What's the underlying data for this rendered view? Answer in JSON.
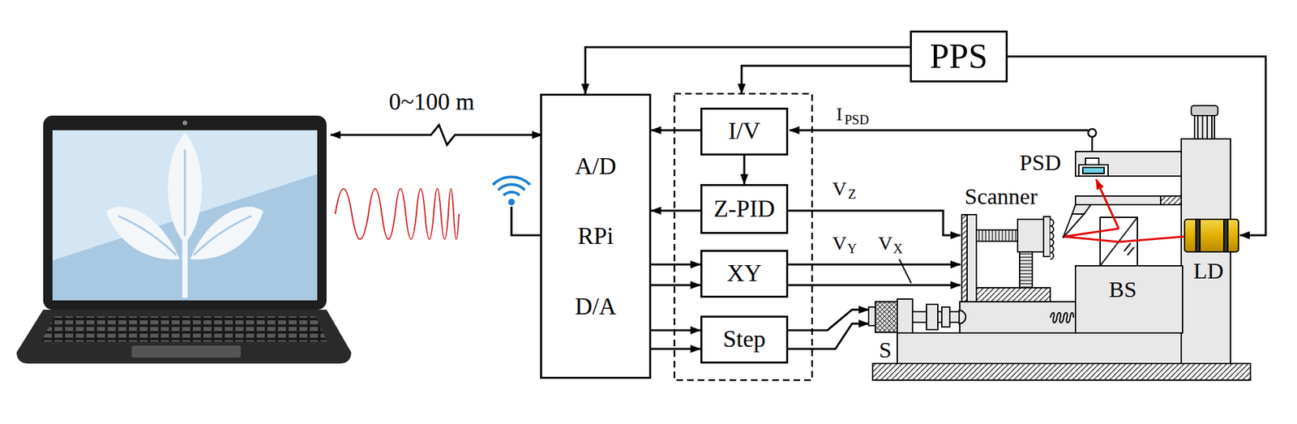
{
  "diagram": {
    "nodes": [
      {
        "text": [
          "PPS"
        ]
      },
      {
        "text": [
          "A/D",
          "RPi",
          "D/A"
        ]
      },
      {
        "text": [
          "I/V"
        ]
      },
      {
        "text": [
          "Z-PID"
        ]
      },
      {
        "text": [
          "XY"
        ]
      },
      {
        "text": [
          "Step"
        ]
      }
    ],
    "edges": [
      {
        "from": 0,
        "to": 1,
        "arrow": "to"
      },
      {
        "from": 2,
        "to": 1,
        "arrow": "to"
      },
      {
        "from": 2,
        "to": 3,
        "arrow": "to"
      },
      {
        "from": 3,
        "to": 1,
        "arrow": "to"
      },
      {
        "from": 1,
        "to": 4,
        "arrow": "to"
      },
      {
        "from": 1,
        "to": 4,
        "arrow": "to"
      },
      {
        "from": 1,
        "to": 5,
        "arrow": "to"
      },
      {
        "from": 1,
        "to": 5,
        "arrow": "to"
      }
    ],
    "labels": [
      "0~100 m",
      "I",
      "PSD",
      "V",
      "Z",
      "V",
      "Y",
      "V",
      "X",
      "PSD",
      "Scanner",
      "BS",
      "LD",
      "S"
    ]
  }
}
